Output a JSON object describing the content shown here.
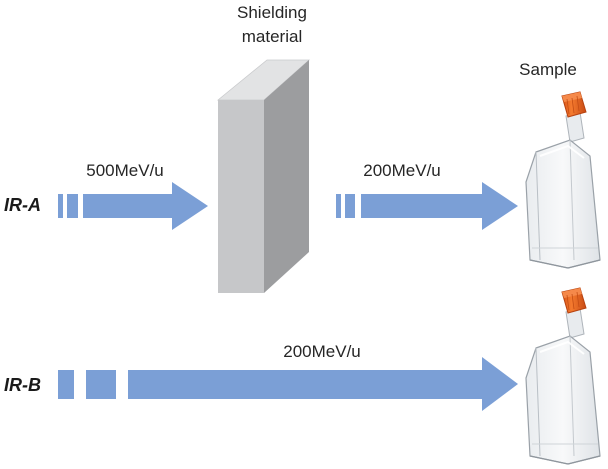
{
  "labels": {
    "shielding_line1": "Shielding",
    "shielding_line2": "material",
    "sample": "Sample",
    "ir_a": "IR-A",
    "ir_b": "IR-B",
    "energy_in_a": "500MeV/u",
    "energy_out_a": "200MeV/u",
    "energy_b": "200MeV/u"
  },
  "colors": {
    "beam": "#7b9fd6",
    "shield_front": "#c6c7c9",
    "shield_side": "#9c9d9f",
    "shield_top": "#e2e3e4",
    "flask_cap": "#ee6a1f"
  },
  "icons": {
    "shield": "shielding-block",
    "flask": "cell-culture-flask-icon"
  }
}
